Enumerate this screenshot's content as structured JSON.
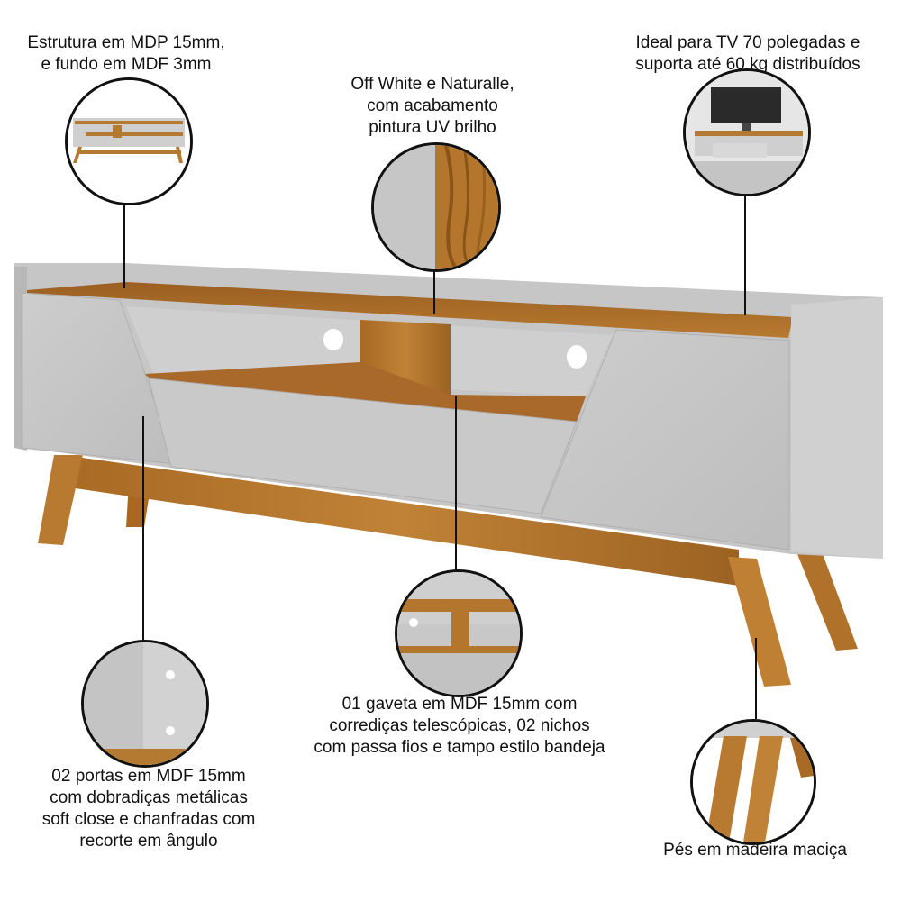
{
  "captions": {
    "estrutura": "Estrutura em MDP 15mm,\ne fundo em MDF 3mm",
    "cores": "Off White e Naturalle,\ncom acabamento\npintura UV brilho",
    "ideal": "Ideal para TV 70 polegadas e\nsuporta até 60 kg distribuídos",
    "portas": "02 portas em MDF 15mm\ncom dobradiças metálicas\nsoft close e chanfradas com\nrecorte em ângulo",
    "gaveta": "01 gaveta em MDF 15mm com\ncorrediças telescópicas, 02 nichos\ncom passa fios e tampo estilo bandeja",
    "pes": "Pés em madeira maciça"
  },
  "colors": {
    "off_white": "#c9c9c9",
    "naturalle": "#b3762c",
    "wood_dark": "#8a5418"
  }
}
